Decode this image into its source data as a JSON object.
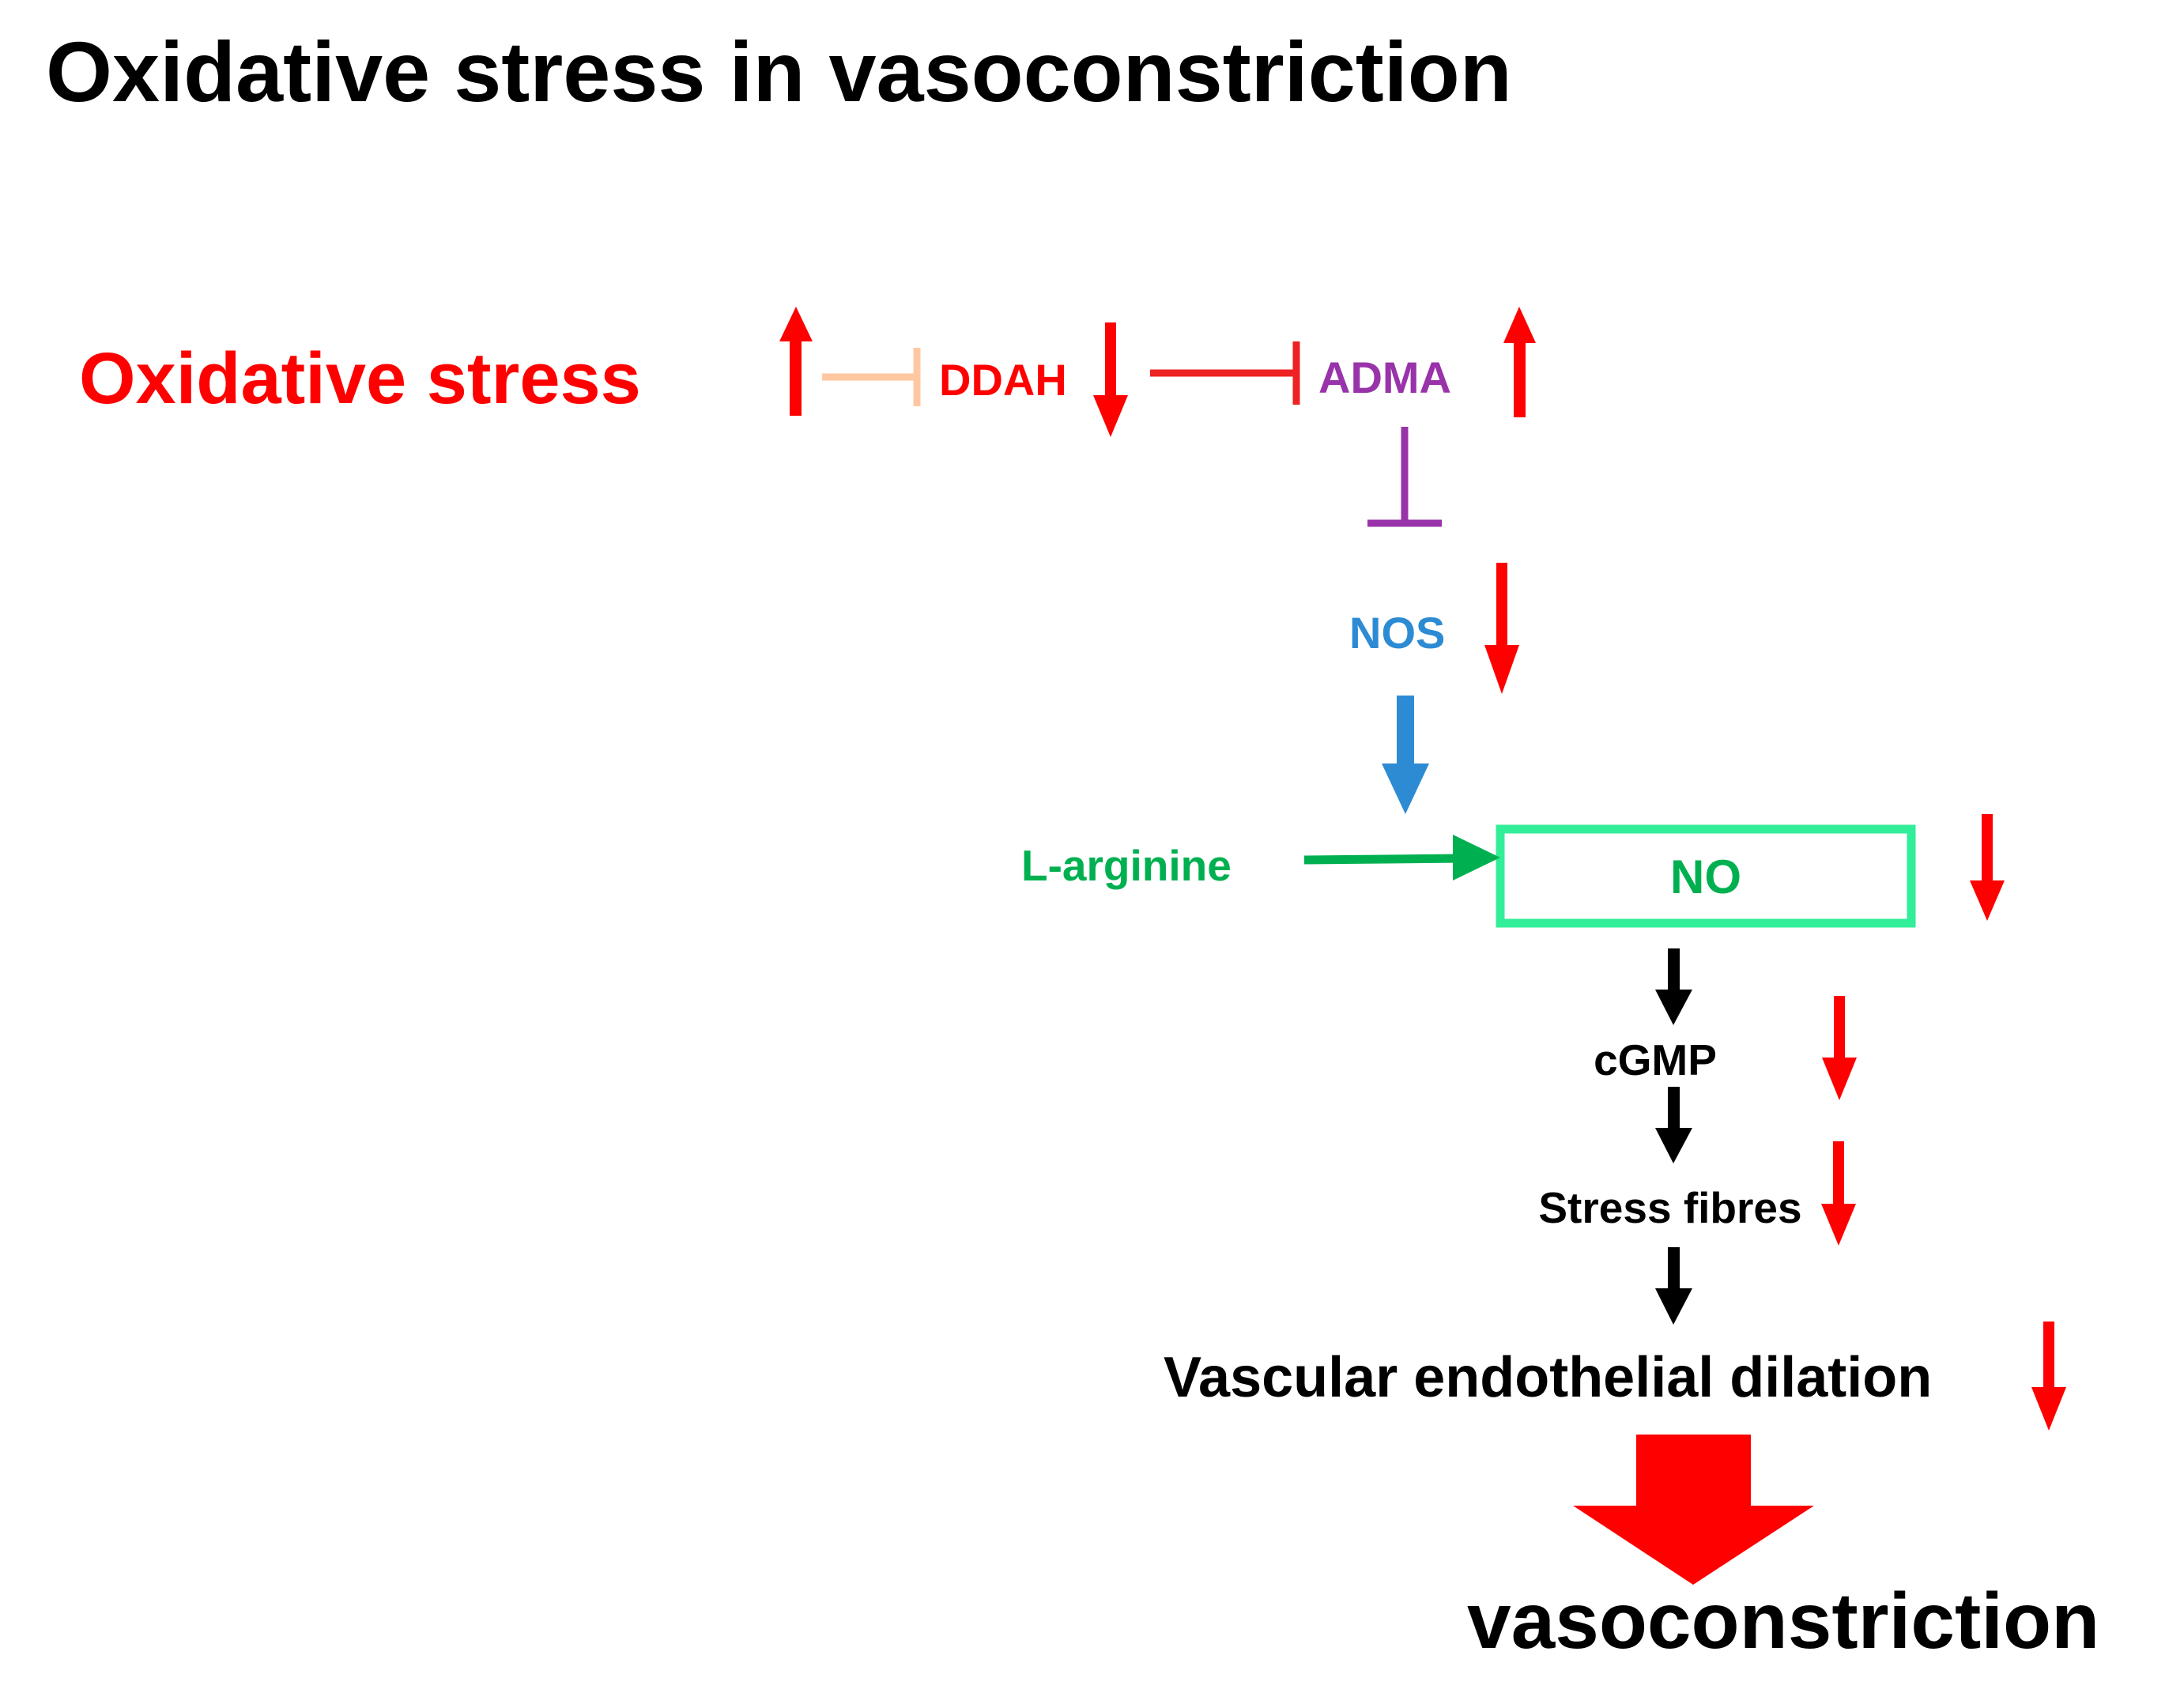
{
  "title": "Oxidative stress in vasoconstriction",
  "colors": {
    "red": "#ff0000",
    "peach": "#ffc8a0",
    "purple": "#9933aa",
    "blue": "#2d8bd4",
    "green": "#00b050",
    "mint": "#33ee99",
    "black": "#000000"
  },
  "nodes": {
    "oxidative_stress": "Oxidative stress",
    "ddah": "DDAH",
    "adma": "ADMA",
    "nos": "NOS",
    "l_arginine": "L-arginine",
    "no": "NO",
    "cgmp": "cGMP",
    "stress_fibres": "Stress fibres",
    "dilation": "Vascular endothelial dilation",
    "outcome": "vasoconstriction"
  },
  "changes": {
    "oxidative_stress": "up",
    "ddah": "down",
    "adma": "up",
    "nos": "down",
    "no": "down",
    "cgmp": "down",
    "stress_fibres": "down",
    "dilation": "down"
  },
  "edges": [
    {
      "from": "oxidative_stress",
      "to": "ddah",
      "type": "inhibits",
      "color": "peach"
    },
    {
      "from": "ddah",
      "to": "adma",
      "type": "inhibits",
      "color": "red"
    },
    {
      "from": "adma",
      "to": "nos",
      "type": "inhibits",
      "color": "purple"
    },
    {
      "from": "nos",
      "to": "no",
      "type": "activates",
      "color": "blue"
    },
    {
      "from": "l_arginine",
      "to": "no",
      "type": "activates",
      "color": "green"
    },
    {
      "from": "no",
      "to": "cgmp",
      "type": "activates",
      "color": "black"
    },
    {
      "from": "cgmp",
      "to": "stress_fibres",
      "type": "activates",
      "color": "black"
    },
    {
      "from": "stress_fibres",
      "to": "dilation",
      "type": "activates",
      "color": "black"
    },
    {
      "from": "dilation",
      "to": "outcome",
      "type": "leads-to",
      "color": "red"
    }
  ]
}
